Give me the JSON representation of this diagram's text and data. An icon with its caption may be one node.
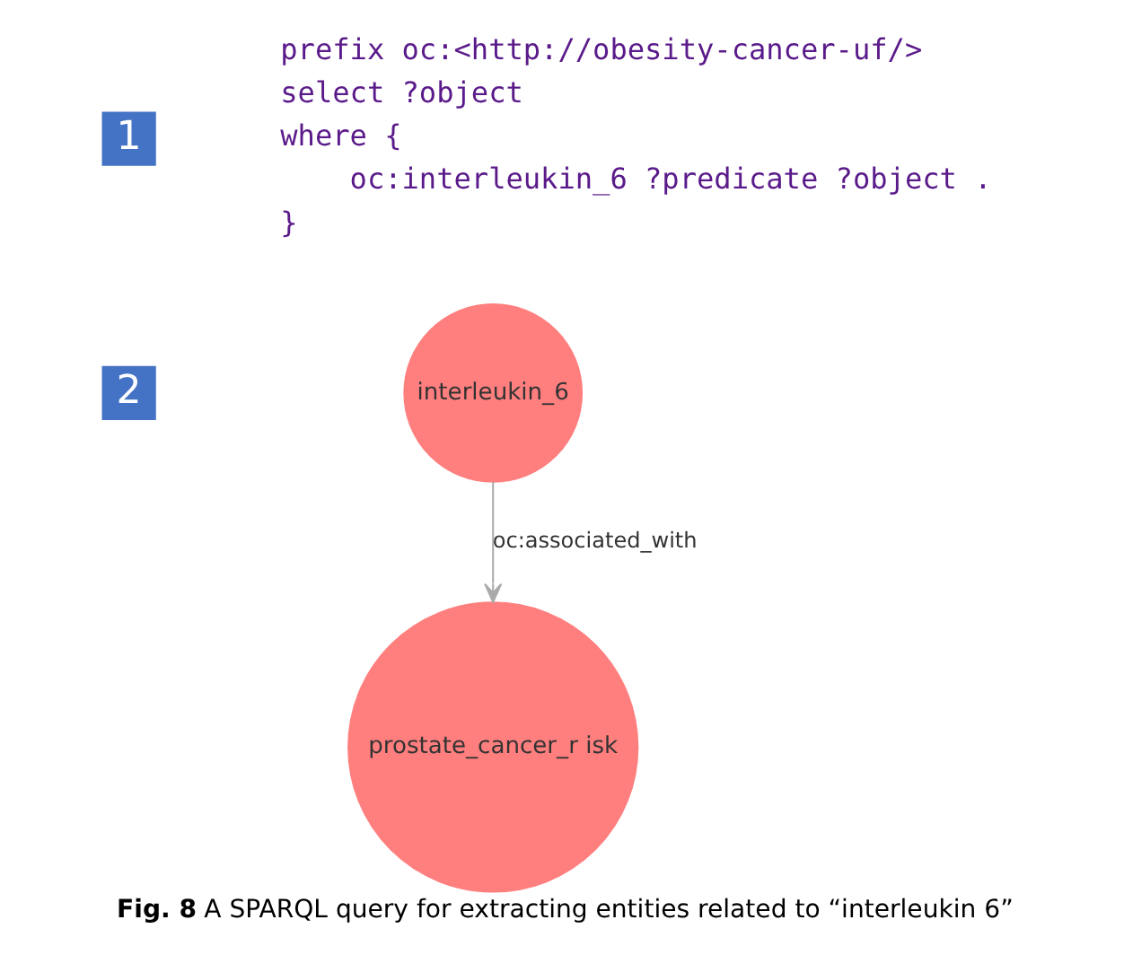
{
  "diagram": {
    "caption": "**Fig. 8** A SPARQL query for extracting entities related to “interleukin 6”",
    "nodes": [
      {
        "text": [
          "1"
        ]
      },
      {
        "text": [
          "2"
        ]
      },
      {
        "text": [
          "interleukin_6"
        ]
      },
      {
        "text": [
          "prostate_cancer_r isk"
        ]
      }
    ],
    "edges": [
      {
        "from": 2,
        "to": 3,
        "arrow": "to",
        "label": "oc:associated_with"
      }
    ],
    "labels": [
      "prefix oc:<http://obesity-cancer-uf/>",
      "select ?object",
      "where {",
      "oc:interleukin_6 ?predicate ?object .",
      "}"
    ]
  }
}
